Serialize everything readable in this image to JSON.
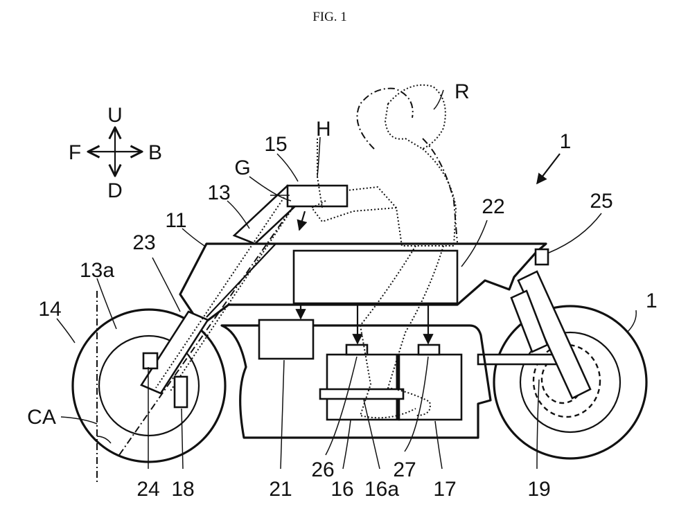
{
  "figure": {
    "title": "FIG. 1"
  },
  "directions": {
    "up": "U",
    "down": "D",
    "front": "F",
    "back": "B"
  },
  "labels": {
    "motorcycle": "1",
    "rider": "R",
    "handle": "H",
    "grip": "G",
    "vehicle_body": "11",
    "steering_shaft": "13",
    "steering_axis": "13a",
    "front_wheel": "14",
    "handlebar": "15",
    "battery": "16",
    "battery_part": "16a",
    "unit_17": "17",
    "sensor_18": "18",
    "rear_wheel_part": "19",
    "box_21": "21",
    "controller": "22",
    "fork": "23",
    "sensor_24": "24",
    "lamp": "25",
    "terminal_26": "26",
    "terminal_27": "27",
    "angle": "CA",
    "rear_wheel_partial": "1"
  }
}
